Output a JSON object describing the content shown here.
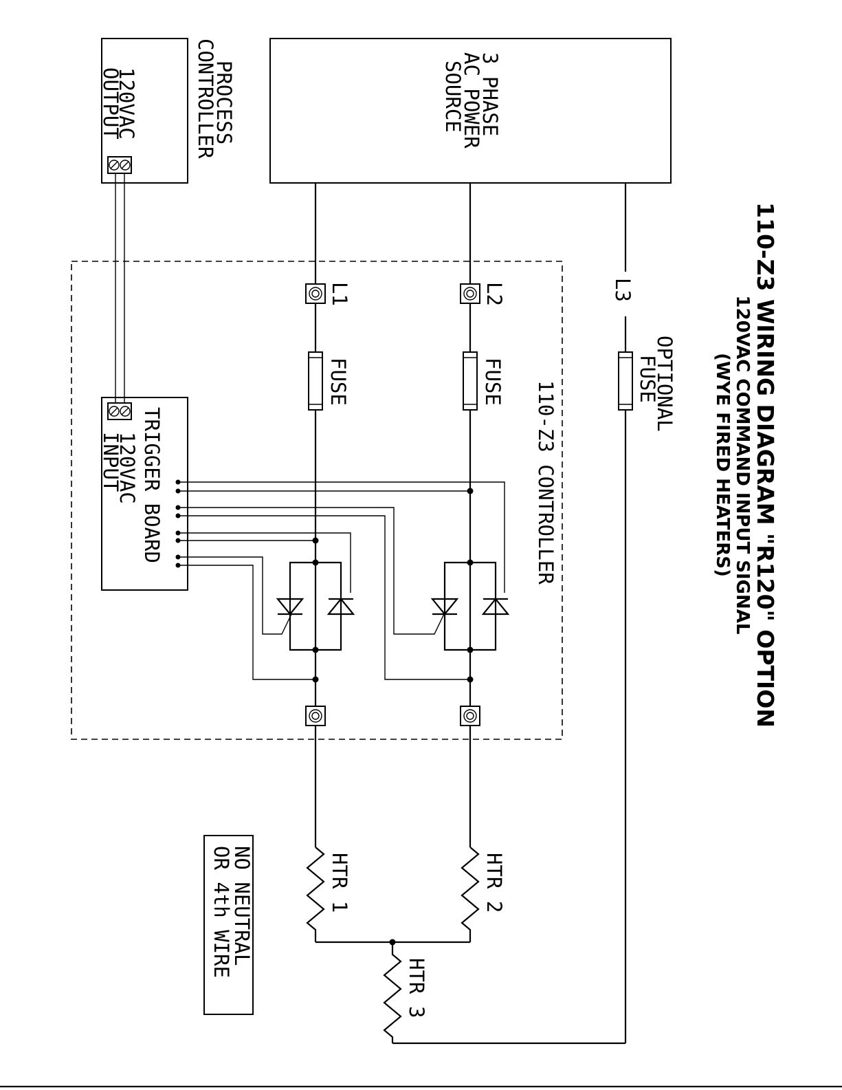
{
  "title": {
    "line1": "110-Z3 WIRING DIAGRAM \"R120\" OPTION",
    "line2": "120VAC COMMAND INPUT SIGNAL",
    "line3": "(WYE FIRED HEATERS)"
  },
  "power_source": {
    "line1": "3 PHASE",
    "line2": "AC POWER",
    "line3": "SOURCE"
  },
  "process_controller": {
    "line1": "PROCESS",
    "line2": "CONTROLLER",
    "line3": "120VAC",
    "line4": "OUTPUT"
  },
  "controller_label": "110-Z3 CONTROLLER",
  "terminals": {
    "l1": "L1",
    "l2": "L2",
    "l3": "L3"
  },
  "fuses": {
    "fuse1": "FUSE",
    "fuse2": "FUSE",
    "opt_line1": "OPTIONAL",
    "opt_line2": "FUSE"
  },
  "trigger_board": {
    "line1": "TRIGGER BOARD",
    "line2": "120VAC",
    "line3": "INPUT"
  },
  "heaters": {
    "htr1": "HTR 1",
    "htr2": "HTR 2",
    "htr3": "HTR 3"
  },
  "note": {
    "line1": "NO NEUTRAL",
    "line2": "OR 4th WIRE"
  }
}
